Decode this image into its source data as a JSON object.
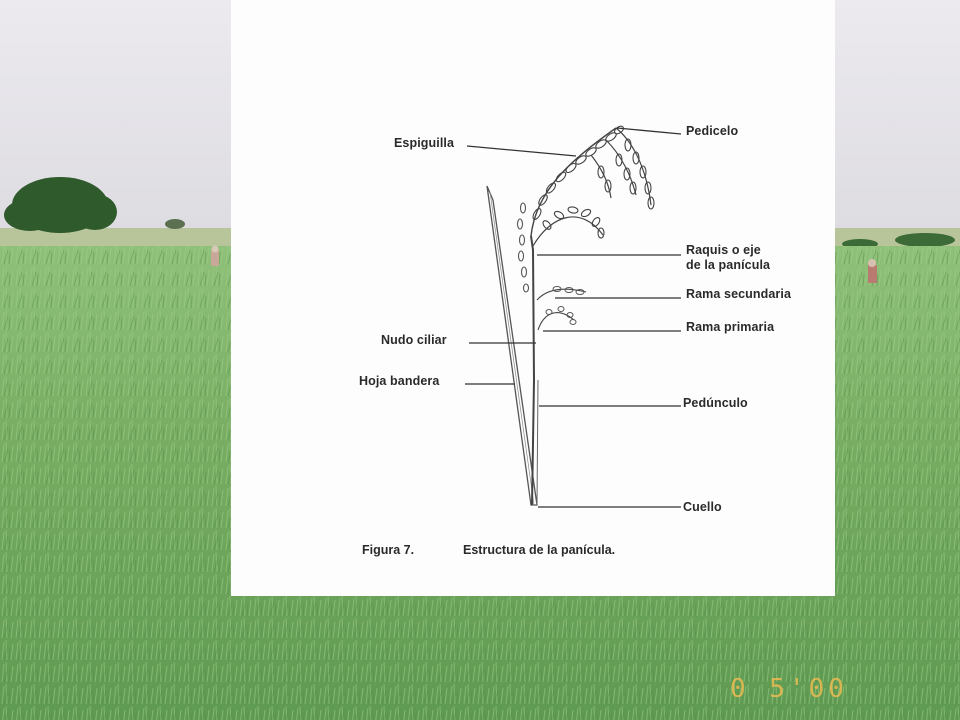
{
  "diagram": {
    "labels": {
      "espiguilla": "Espiguilla",
      "pedicelo": "Pedicelo",
      "raquis_line1": "Raquis o eje",
      "raquis_line2": "de la panícula",
      "rama_secundaria": "Rama secundaria",
      "rama_primaria": "Rama primaria",
      "nudo_ciliar": "Nudo ciliar",
      "hoja_bandera": "Hoja bandera",
      "pedunculo": "Pedúnculo",
      "cuello": "Cuello"
    },
    "caption": {
      "number": "Figura 7.",
      "text": "Estructura de la panícula."
    }
  },
  "photo": {
    "date_stamp": "0 5'00",
    "colors": {
      "sky": "#e6e3ea",
      "field": "#7fb068",
      "card": "#fdfdfd",
      "ink": "#2a2a2a"
    }
  }
}
